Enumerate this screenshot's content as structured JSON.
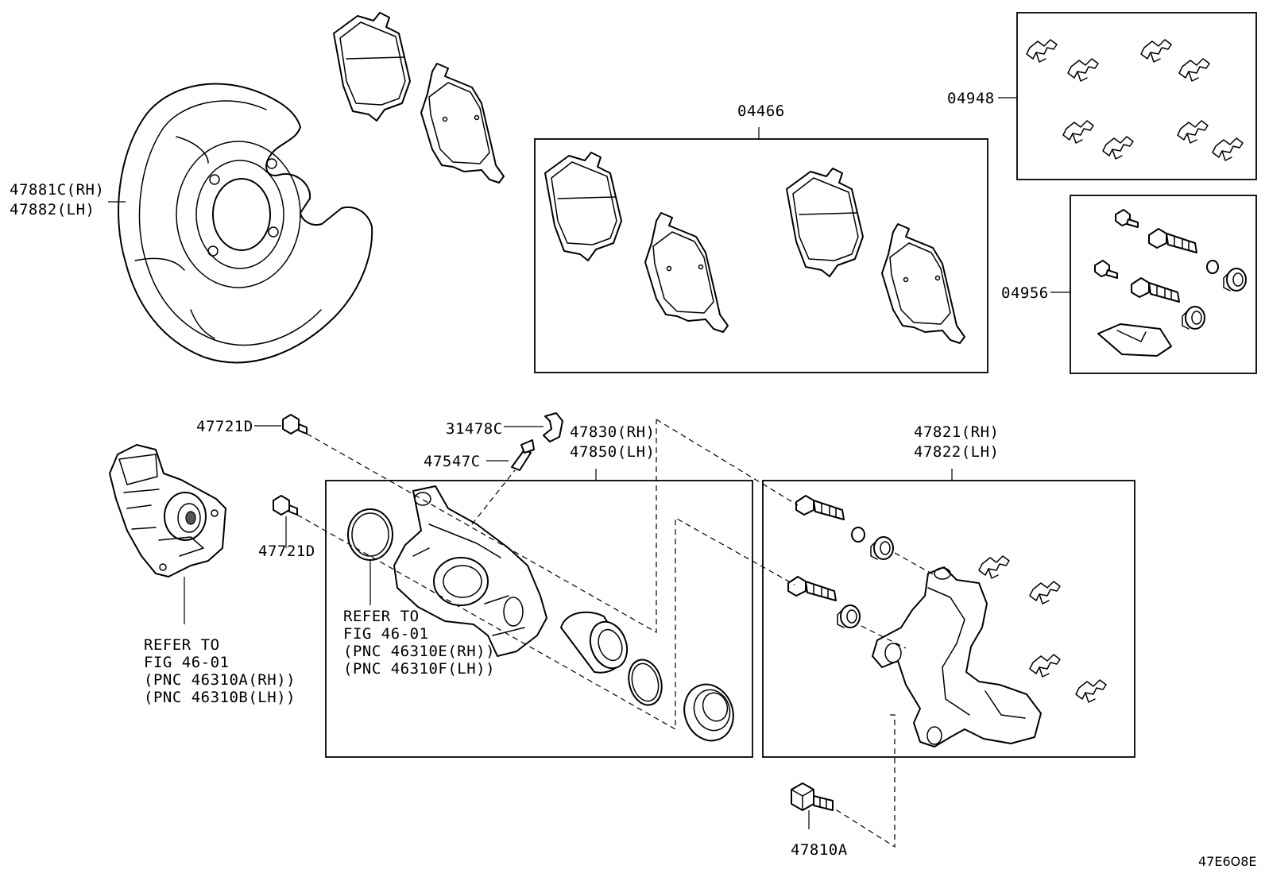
{
  "labels": {
    "shield": [
      "47881C(RH)",
      "47882(LH)"
    ],
    "pad_kit": "04466",
    "clip_kit": "04948",
    "cyl_kit": "04956",
    "bolt_top": "47721D",
    "bolt_mid": "47721D",
    "bleeder_cap": "31478C",
    "bleeder": "47547C",
    "caliper": [
      "47830(RH)",
      "47850(LH)"
    ],
    "mounting": [
      "47821(RH)",
      "47822(LH)"
    ],
    "bolt_bottom": "47810A",
    "refer_motor": [
      "REFER TO",
      "FIG 46-01",
      "(PNC 46310A(RH))",
      "(PNC 46310B(LH))"
    ],
    "refer_caliper": [
      "REFER TO",
      "FIG 46-01",
      "(PNC 46310E(RH))",
      "(PNC 46310F(LH))"
    ]
  },
  "figure_code": "47E6O8E"
}
